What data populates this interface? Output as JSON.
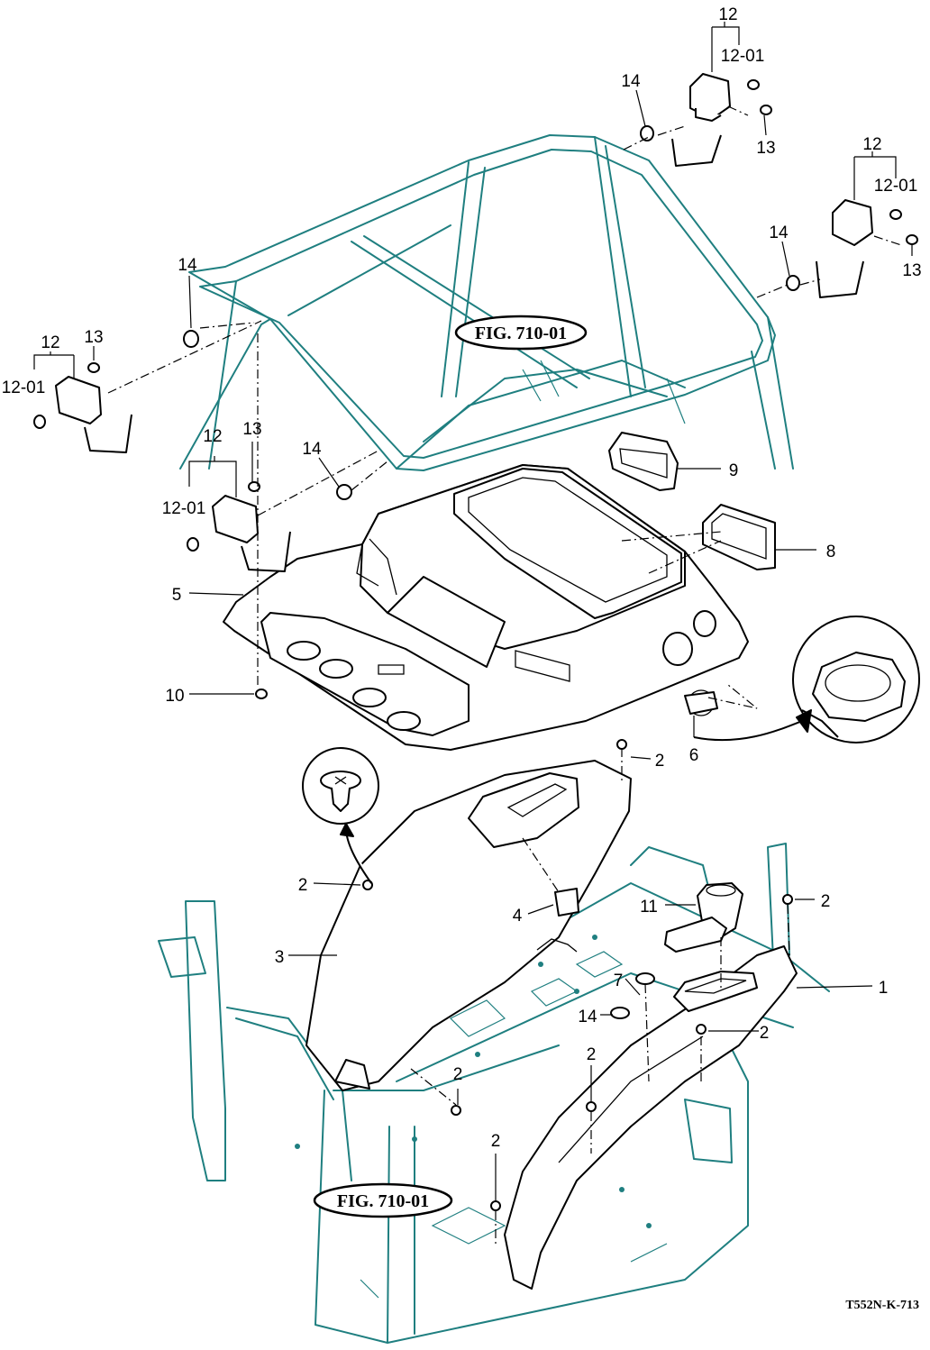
{
  "diagram": {
    "drawing_code": "T552N-K-713",
    "fig_refs": [
      "FIG. 710-01",
      "FIG. 710-01"
    ],
    "callouts": [
      {
        "id": "c12a",
        "text": "12"
      },
      {
        "id": "c1201a",
        "text": "12-01"
      },
      {
        "id": "c14a",
        "text": "14"
      },
      {
        "id": "c13a",
        "text": "13"
      },
      {
        "id": "c12b",
        "text": "12"
      },
      {
        "id": "c1201b",
        "text": "12-01"
      },
      {
        "id": "c14b",
        "text": "14"
      },
      {
        "id": "c13b",
        "text": "13"
      },
      {
        "id": "c14c",
        "text": "14"
      },
      {
        "id": "c12c",
        "text": "12"
      },
      {
        "id": "c13c",
        "text": "13"
      },
      {
        "id": "c1201c",
        "text": "12-01"
      },
      {
        "id": "c12d",
        "text": "12"
      },
      {
        "id": "c13d",
        "text": "13"
      },
      {
        "id": "c1201d",
        "text": "12-01"
      },
      {
        "id": "c14d",
        "text": "14"
      },
      {
        "id": "c9",
        "text": "9"
      },
      {
        "id": "c8",
        "text": "8"
      },
      {
        "id": "c5",
        "text": "5"
      },
      {
        "id": "c10",
        "text": "10"
      },
      {
        "id": "c6",
        "text": "6"
      },
      {
        "id": "c2a",
        "text": "2"
      },
      {
        "id": "c2b",
        "text": "2"
      },
      {
        "id": "c2c",
        "text": "2"
      },
      {
        "id": "c2d",
        "text": "2"
      },
      {
        "id": "c2e",
        "text": "2"
      },
      {
        "id": "c2f",
        "text": "2"
      },
      {
        "id": "c2g",
        "text": "2"
      },
      {
        "id": "c4",
        "text": "4"
      },
      {
        "id": "c3",
        "text": "3"
      },
      {
        "id": "c11",
        "text": "11"
      },
      {
        "id": "c1",
        "text": "1"
      },
      {
        "id": "c7",
        "text": "7"
      },
      {
        "id": "c14e",
        "text": "14"
      }
    ],
    "colors": {
      "frame": "#1f7f80",
      "parts": "#000000",
      "background": "#ffffff"
    }
  }
}
